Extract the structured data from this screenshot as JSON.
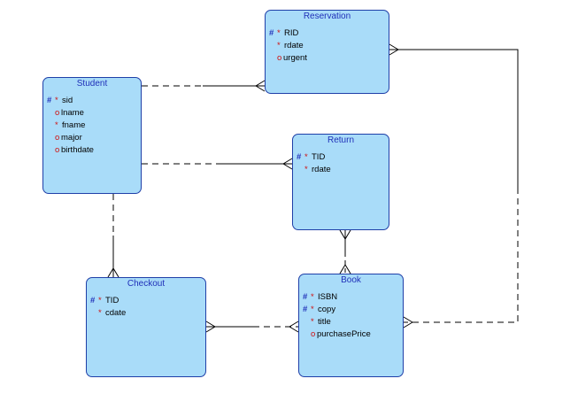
{
  "entities": {
    "reservation": {
      "title": "Reservation",
      "attributes": [
        {
          "id": "#",
          "mark": "*",
          "name": "RID"
        },
        {
          "id": "",
          "mark": "*",
          "name": "rdate"
        },
        {
          "id": "",
          "mark": "o",
          "name": "urgent"
        }
      ]
    },
    "student": {
      "title": "Student",
      "attributes": [
        {
          "id": "#",
          "mark": "*",
          "name": "sid"
        },
        {
          "id": "",
          "mark": "o",
          "name": "lname"
        },
        {
          "id": "",
          "mark": "*",
          "name": "fname"
        },
        {
          "id": "",
          "mark": "o",
          "name": "major"
        },
        {
          "id": "",
          "mark": "o",
          "name": "birthdate"
        }
      ]
    },
    "return": {
      "title": "Return",
      "attributes": [
        {
          "id": "#",
          "mark": "*",
          "name": "TID"
        },
        {
          "id": "",
          "mark": "*",
          "name": "rdate"
        }
      ]
    },
    "checkout": {
      "title": "Checkout",
      "attributes": [
        {
          "id": "#",
          "mark": "*",
          "name": "TID"
        },
        {
          "id": "",
          "mark": "*",
          "name": "cdate"
        }
      ]
    },
    "book": {
      "title": "Book",
      "attributes": [
        {
          "id": "#",
          "mark": "*",
          "name": "ISBN"
        },
        {
          "id": "#",
          "mark": "*",
          "name": "copy"
        },
        {
          "id": "",
          "mark": "*",
          "name": "title"
        },
        {
          "id": "",
          "mark": "o",
          "name": "purchasePrice"
        }
      ]
    }
  },
  "colors": {
    "entity_fill": "#a9dcf9",
    "entity_border": "#1f3fa8",
    "title_text": "#1f2fb8",
    "identifier_mark": "#1f2fb8",
    "optionality_mark": "#d01010",
    "relationship_line": "#000000"
  }
}
